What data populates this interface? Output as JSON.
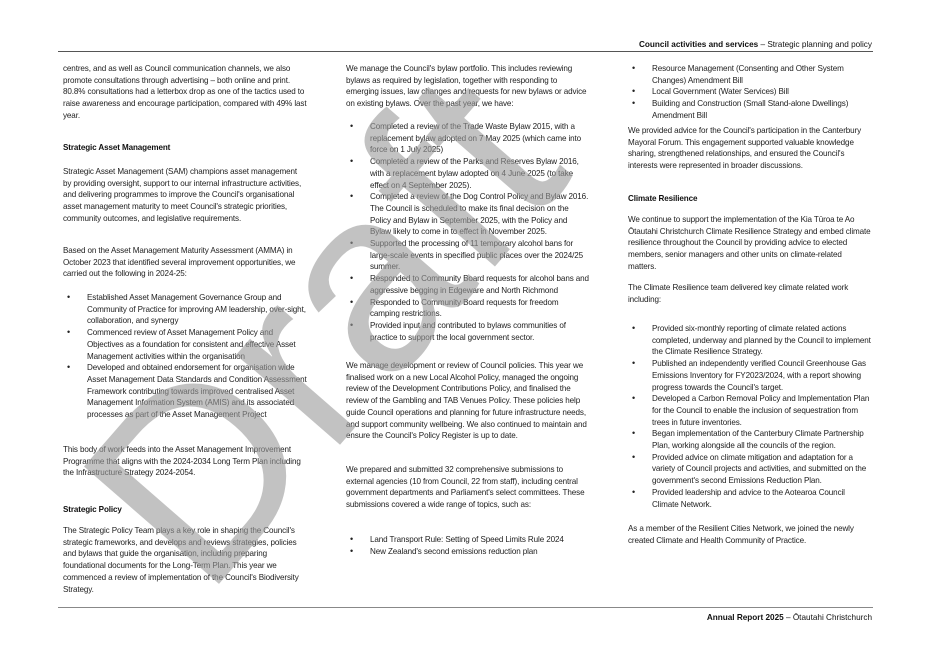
{
  "header": {
    "section": "Council activities and services",
    "sep": " – ",
    "subsection": "Strategic planning and policy"
  },
  "footer": {
    "title": "Annual Report 2025",
    "sep": " – ",
    "place": "Ōtautahi Christchurch"
  },
  "watermark": "Draft",
  "col1": {
    "p1": "centres, and as well as Council communication channels, we also promote consultations through advertising – both online and print.",
    "p2": "80.8% consultations had a letterbox drop as one of the tactics used to raise awareness and encourage participation, compared with 49% last year.",
    "h_sam": "Strategic Asset Management",
    "p3": "Strategic Asset Management (SAM) champions asset management by providing oversight, support to our internal infrastructure activities, and delivering programmes to improve the Council's organisational asset management maturity to meet Council's strategic priorities, community outcomes, and legislative requirements.",
    "p4": "Based on the Asset Management Maturity Assessment (AMMA) in October 2023 that identified several improvement opportunities, we carried out the following in 2024-25:",
    "bullets": [
      "Established Asset Management Governance Group and Community of Practice for improving AM leadership, over-sight, collaboration, and synergy",
      "Commenced review of Asset Management Policy and Objectives as a foundation for consistent and effective Asset Management activities within the organisation",
      "Developed and obtained endorsement for organisation wide Asset Management Data Standards and Condition Assessment Framework contributing towards improved centralised Asset Management Information System (AMIS) and its associated processes as part of the Asset Management Project"
    ],
    "p5": "This body of work feeds into the Asset Management Improvement Programme that aligns with the 2024-2034 Long Term Plan including the Infrastructure Strategy 2024-2054.",
    "h_sp": "Strategic Policy",
    "p6": "The Strategic Policy Team plays a key role in shaping the Council's strategic frameworks, and develops and reviews strategies, policies and bylaws that guide the organisation, including preparing foundational documents for the Long-Term Plan. This year we commenced a review of implementation of the Council's Biodiversity Strategy."
  },
  "col2": {
    "p1": "We manage the Council's bylaw portfolio. This includes reviewing bylaws as required by legislation, together with responding to emerging issues, law changes and requests for new bylaws or advice on existing bylaws. Over the past year, we have:",
    "bullets": [
      "Completed a review of the Trade Waste Bylaw 2015, with a replacement bylaw adopted on 7 May 2025 (which came into force on 1 July 2025)",
      "Completed a review of the Parks and Reserves Bylaw 2016, with a replacement bylaw adopted on 4 June 2025 (to take effect on 4 September 2025).",
      "Completed a review of the Dog Control Policy and Bylaw 2016. The Council is scheduled to make its final decision on the Policy and Bylaw in September 2025, with the Policy and Bylaw likely to come in to effect in November 2025.",
      "Supported the processing of 11 temporary alcohol bans for large-scale events in specified public places over the 2024/25 summer.",
      "Responded to Community Board requests for alcohol bans and aggressive begging in Edgeware and North Richmond",
      "Responded to Community Board requests for freedom camping restrictions.",
      "Provided input and contributed to bylaws communities of practice to support the local government sector."
    ],
    "p2": "We manage development or review of Council policies.  This year we finalised work on a new Local Alcohol Policy, managed the ongoing review of the Development Contributions Policy, and finalised the review of the Gambling and TAB Venues Policy. These policies help guide Council operations and planning for future infrastructure needs, and support community wellbeing. We also continued to maintain and ensure the Council's Policy Register is up to date.",
    "p3": "We prepared and submitted 32 comprehensive submissions to external agencies (10 from Council, 22 from staff), including central government departments and Parliament's select committees. These submissions covered a wide range of topics, such as:",
    "bullets2": [
      "Land Transport Rule: Setting of Speed Limits Rule 2024",
      "New Zealand's second emissions reduction plan"
    ]
  },
  "col3": {
    "bullets": [
      "Resource Management (Consenting and Other System Changes) Amendment Bill",
      "Local Government (Water Services) Bill",
      "Building and Construction (Small Stand-alone Dwellings) Amendment Bill"
    ],
    "p1": "We provided advice for the Council's participation in the Canterbury Mayoral Forum. This engagement supported valuable knowledge sharing, strengthened relationships, and ensured the Council's interests were represented in broader discussions.",
    "h_cr": "Climate Resilience",
    "p2": "We continue to support the implementation of the Kia Tūroa te Ao Ōtautahi Christchurch Climate Resilience Strategy and embed climate resilience throughout the Council by providing advice to elected members, senior managers and other units on climate-related matters.",
    "p3": "The Climate Resilience team delivered key climate related work including:",
    "bullets2": [
      "Provided six-monthly reporting of climate related actions completed, underway and planned by the Council to implement the Climate Resilience Strategy.",
      "Published an independently verified Council Greenhouse Gas Emissions Inventory for FY2023/2024, with a report showing progress towards the Council's target.",
      "Developed a Carbon Removal Policy and Implementation Plan for the Council to enable the inclusion of sequestration from trees in future inventories.",
      "Began implementation of the Canterbury Climate Partnership Plan, working alongside all the councils of the region.",
      "Provided advice on climate mitigation and adaptation for a variety of Council projects and activities, and submitted on the government's second Emissions Reduction Plan.",
      "Provided leadership and advice to the Aotearoa Council Climate Network."
    ],
    "p4": "As a member of the Resilient Cities Network, we joined the newly created Climate and Health Community of Practice."
  }
}
